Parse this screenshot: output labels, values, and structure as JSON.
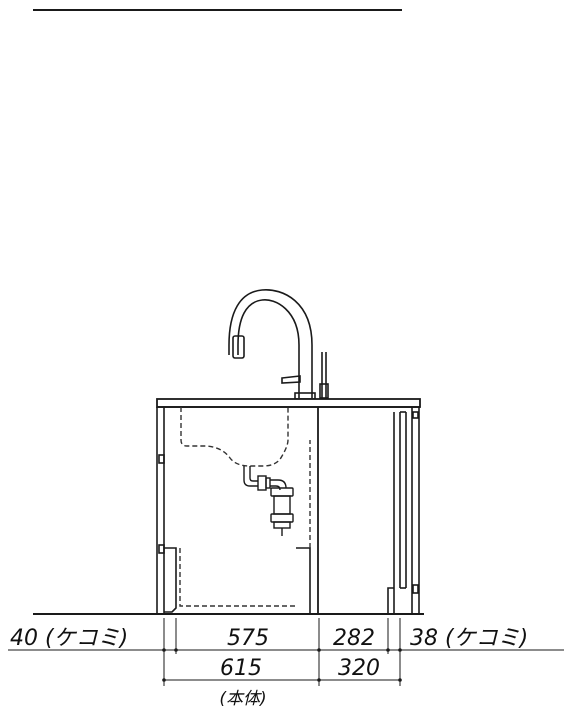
{
  "dimensions": {
    "left_kick": "40 (ケコミ)",
    "sink_width": "575",
    "side_width": "282",
    "right_kick": "38 (ケコミ)",
    "body_width": "615",
    "side_total": "320",
    "body_label": "(本体)"
  },
  "colors": {
    "line": "#1a1a1a",
    "hidden_line": "#333333",
    "fill": "#ffffff"
  }
}
